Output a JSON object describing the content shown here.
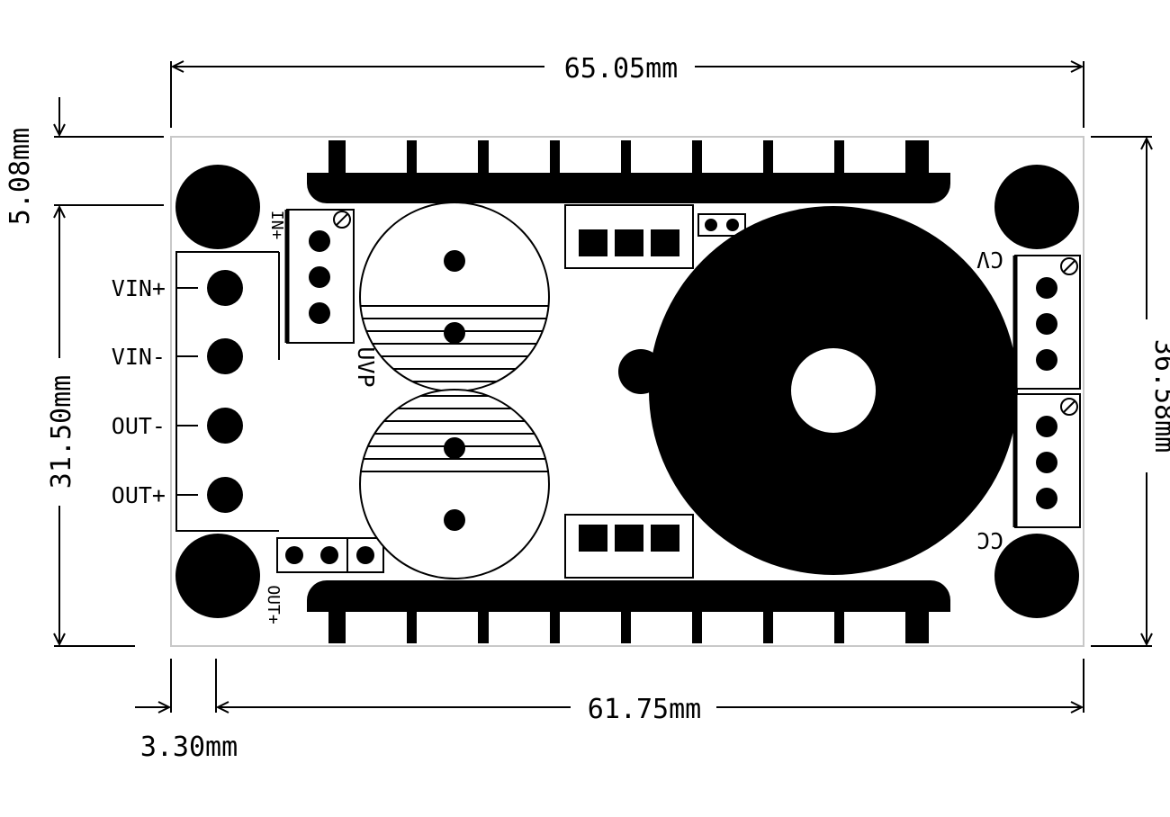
{
  "dimensions": {
    "top_width": "65.05mm",
    "bottom_width": "61.75mm",
    "left_offset": "3.30mm",
    "top_offset": "5.08mm",
    "left_height": "31.50mm",
    "right_height": "36.58mm"
  },
  "terminals": {
    "vin_plus": "VIN+",
    "vin_minus": "VIN-",
    "out_minus": "OUT-",
    "out_plus": "OUT+"
  },
  "silkscreen": {
    "in_plus": "IN+",
    "out_plus": "OUT+",
    "uvp": "UVP",
    "cv": "CV",
    "cc": "CC"
  },
  "colors": {
    "ink": "#000000",
    "board": "#ffffff",
    "board_edge": "#c8c8c8"
  }
}
